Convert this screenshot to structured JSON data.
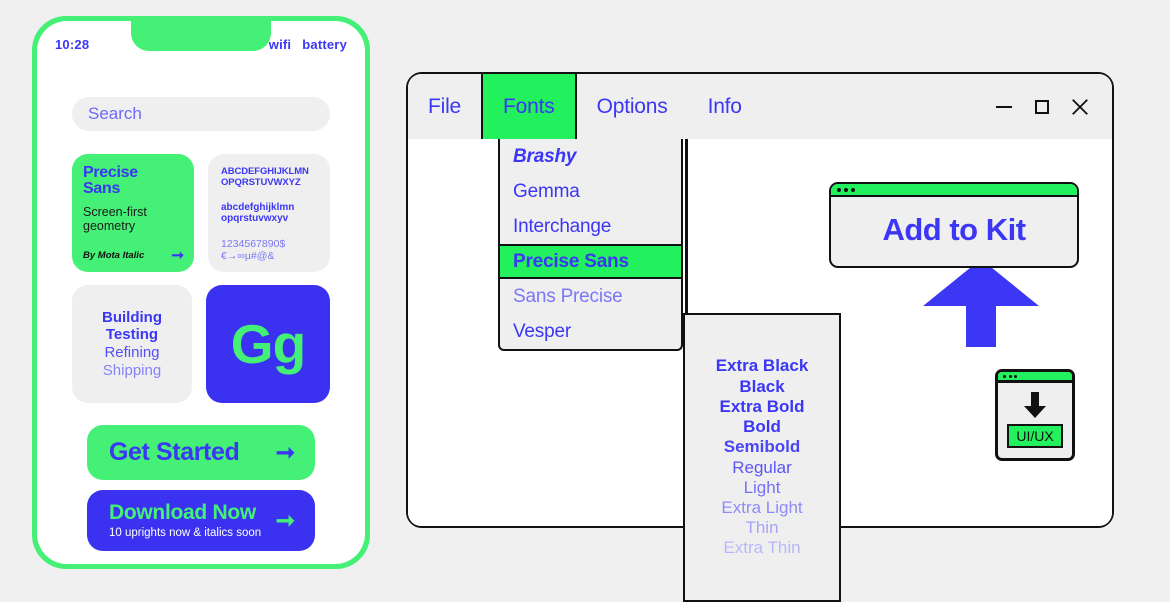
{
  "phone": {
    "status": {
      "time": "10:28",
      "wifi": "wifi",
      "battery": "battery"
    },
    "search": {
      "placeholder": "Search",
      "value": "Search"
    },
    "hero_card": {
      "title_line1": "Precise",
      "title_line2": "Sans",
      "sub_line1": "Screen-first",
      "sub_line2": "geometry",
      "byline": "By Mota Italic",
      "arrow": "arrow-right-icon"
    },
    "specimen_card": {
      "uppercase_line1": "ABCDEFGHIJKLMN",
      "uppercase_line2": "OPQRSTUVWXYZ",
      "lowercase_line1": "abcdefghijklmn",
      "lowercase_line2": "opqrstuvwxyv",
      "numerals": "1234567890$",
      "symbols": "€→∞µ#@&"
    },
    "status_card": {
      "lines": [
        "Building",
        "Testing",
        "Refining",
        "Shipping"
      ]
    },
    "glyph_card": {
      "glyph": "Gg"
    },
    "cta_primary": {
      "label": "Get Started",
      "arrow": "arrow-right-icon"
    },
    "cta_secondary": {
      "label": "Download Now",
      "sub": "10 uprights now & italics soon",
      "arrow": "arrow-right-icon"
    }
  },
  "window": {
    "menus": [
      {
        "label": "File",
        "active": false
      },
      {
        "label": "Fonts",
        "active": true
      },
      {
        "label": "Options",
        "active": false
      },
      {
        "label": "Info",
        "active": false
      }
    ],
    "controls": [
      {
        "name": "minimize-button",
        "glyph": "minimize-icon"
      },
      {
        "name": "maximize-button",
        "glyph": "maximize-icon"
      },
      {
        "name": "close-button",
        "glyph": "close-icon"
      }
    ],
    "font_list": [
      {
        "label": "Brashy",
        "style": "bold-italic",
        "selected": false
      },
      {
        "label": "Gemma",
        "style": "regular",
        "selected": false
      },
      {
        "label": "Interchange",
        "style": "regular",
        "selected": false
      },
      {
        "label": "Precise Sans",
        "style": "bold",
        "selected": true
      },
      {
        "label": "Sans Precise",
        "style": "dim",
        "selected": false
      },
      {
        "label": "Vesper",
        "style": "regular",
        "selected": false
      }
    ],
    "weights": [
      {
        "label": "Extra Black",
        "size": 17,
        "weight": 800,
        "color": "#3b37f5"
      },
      {
        "label": "Black",
        "size": 17,
        "weight": 800,
        "color": "#3b37f5"
      },
      {
        "label": "Extra Bold",
        "size": 17,
        "weight": 700,
        "color": "#3b37f5"
      },
      {
        "label": "Bold",
        "size": 17,
        "weight": 700,
        "color": "#3b37f5"
      },
      {
        "label": "Semibold",
        "size": 17,
        "weight": 600,
        "color": "#4a46f6"
      },
      {
        "label": "Regular",
        "size": 17,
        "weight": 400,
        "color": "#5a56f7"
      },
      {
        "label": "Light",
        "size": 17,
        "weight": 300,
        "color": "#7470f8"
      },
      {
        "label": "Extra Light",
        "size": 17,
        "weight": 300,
        "color": "#8e8bfa"
      },
      {
        "label": "Thin",
        "size": 17,
        "weight": 200,
        "color": "#a5a3fb"
      },
      {
        "label": "Extra Thin",
        "size": 17,
        "weight": 200,
        "color": "#b9b7fc"
      }
    ],
    "popup_kit": {
      "label": "Add to Kit",
      "dots": 3
    },
    "widget": {
      "chip_label": "UI/UX",
      "arrow": "download-arrow-icon",
      "dots": 3
    }
  },
  "colors": {
    "green": "#44f075",
    "menu_green": "#22f05c",
    "blue": "#3b37f5",
    "deep_blue": "#3a32f0",
    "ink": "#111111",
    "panel": "#efefef",
    "page_bg": "#f0f0f0"
  }
}
